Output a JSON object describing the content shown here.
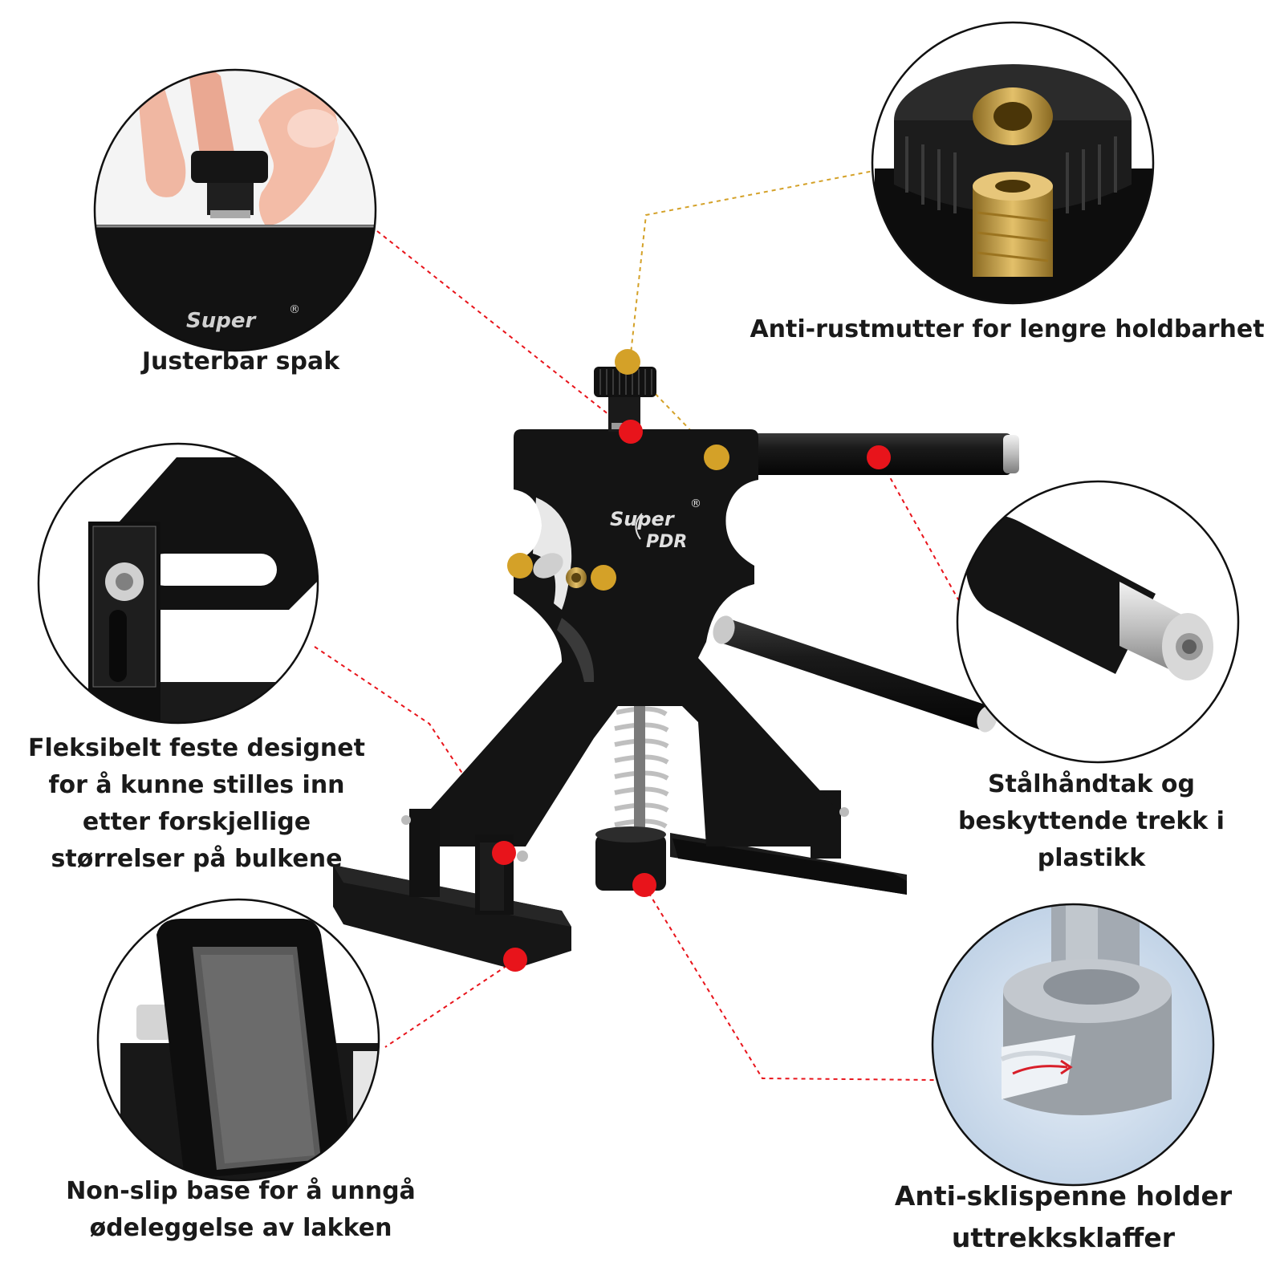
{
  "callouts": {
    "adjustable_lever": {
      "label": "Justerbar spak",
      "zoom_icon": "knob-adjust-icon"
    },
    "anti_rust_nut": {
      "label": "Anti-rustmutter for lengre holdbarhet",
      "zoom_icon": "brass-nut-icon"
    },
    "flexible_mount": {
      "lines": [
        "Fleksibelt feste designet",
        "for å kunne stilles inn",
        "etter forskjellige",
        "størrelser på bulkene"
      ],
      "zoom_icon": "slot-mount-icon"
    },
    "steel_handle": {
      "lines": [
        "Stålhåndtak og",
        "beskyttende trekk i",
        "plastikk"
      ],
      "zoom_icon": "handle-end-icon"
    },
    "non_slip_base": {
      "lines": [
        "Non-slip base for å unngå",
        "ødeleggelse av lakken"
      ],
      "zoom_icon": "base-pad-icon"
    },
    "anti_slip_clip": {
      "lines": [
        "Anti-sklispenne holder",
        "uttrekksklaffer"
      ],
      "zoom_icon": "clip-sleeve-icon"
    }
  },
  "product": {
    "brand_line1": "Super",
    "brand_line2": "PDR",
    "registered_mark": "®"
  },
  "colors": {
    "red_marker": "#e8141b",
    "gold_marker": "#d4a128",
    "product_black": "#141414",
    "brass": "#c9a24a"
  }
}
